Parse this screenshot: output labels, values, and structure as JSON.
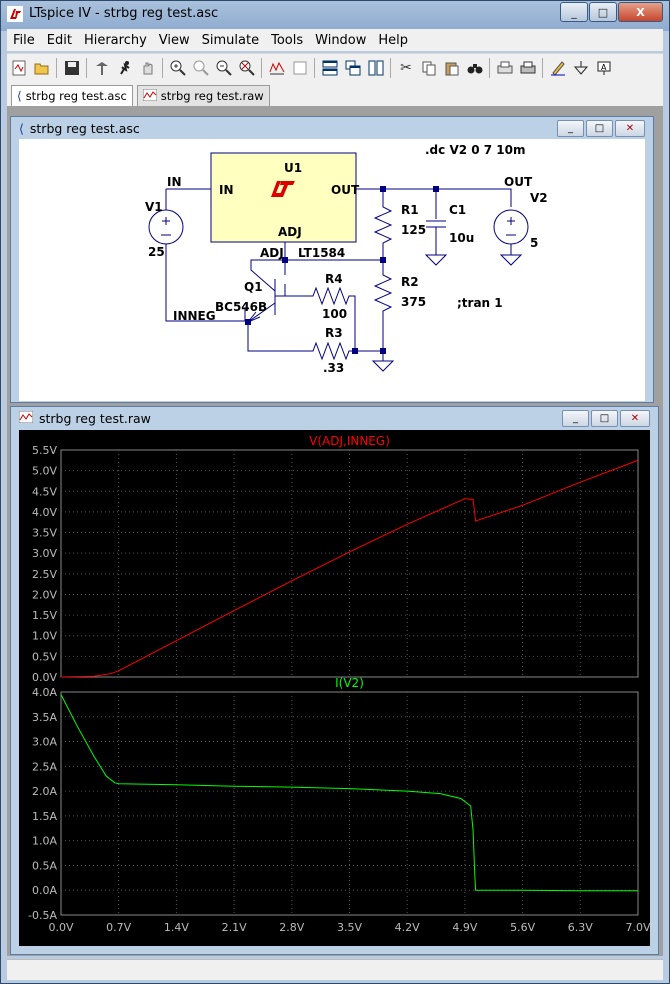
{
  "window": {
    "title": "LTspice IV - strbg reg test.asc",
    "controls": [
      "_",
      "□",
      "X"
    ]
  },
  "menu": [
    "File",
    "Edit",
    "Hierarchy",
    "View",
    "Simulate",
    "Tools",
    "Window",
    "Help"
  ],
  "toolbar": [
    "new-schematic",
    "open",
    "save",
    "control-panel",
    "run",
    "halt",
    "zoom-in",
    "zoom-out",
    "zoom-back",
    "zoom-fit",
    "autorange",
    "place-trace",
    "tile-horizontal",
    "cascade",
    "tile-vertical",
    "cut",
    "copy",
    "paste",
    "find",
    "print-preview",
    "print",
    "draw-wire",
    "ground",
    "label-net"
  ],
  "tabs": [
    {
      "label": "strbg reg test.asc",
      "icon": "schematic-icon"
    },
    {
      "label": "strbg reg test.raw",
      "icon": "waveform-icon"
    }
  ],
  "schematic_window": {
    "title": "strbg reg test.asc",
    "directive_dc": ".dc V2 0 7 10m",
    "directive_tran": ";tran 1",
    "labels": {
      "in_net": "IN",
      "out_net": "OUT",
      "u1": "U1",
      "u1_in": "IN",
      "u1_out": "OUT",
      "u1_adj": "ADJ",
      "u1_part": "LT1584",
      "adj_net": "ADJ",
      "inneg_net": "INNEG",
      "v1": "V1",
      "v1_val": "25",
      "v2": "V2",
      "v2_val": "5",
      "r1": "R1",
      "r1_val": "125",
      "r2": "R2",
      "r2_val": "375",
      "r3": "R3",
      "r3_val": ".33",
      "r4": "R4",
      "r4_val": "100",
      "c1": "C1",
      "c1_val": "10u",
      "q1": "Q1",
      "q1_part": "BC546B"
    }
  },
  "waveform_window": {
    "title": "strbg reg test.raw"
  },
  "chart_data": [
    {
      "type": "line",
      "title": "V(ADJ,INNEG)",
      "color": "#ff0000",
      "xlim": [
        0,
        7
      ],
      "ylim": [
        0,
        5.5
      ],
      "x_ticks": [
        "0.0V",
        "0.7V",
        "1.4V",
        "2.1V",
        "2.8V",
        "3.5V",
        "4.2V",
        "4.9V",
        "5.6V",
        "6.3V",
        "7.0V"
      ],
      "y_ticks": [
        "0.0V",
        "0.5V",
        "1.0V",
        "1.5V",
        "2.0V",
        "2.5V",
        "3.0V",
        "3.5V",
        "4.0V",
        "4.5V",
        "5.0V",
        "5.5V"
      ],
      "x": [
        0,
        0.4,
        0.6,
        0.7,
        1.4,
        2.1,
        2.8,
        3.5,
        4.2,
        4.9,
        5.0,
        5.03,
        5.6,
        6.3,
        7.0
      ],
      "y": [
        0.0,
        0.02,
        0.08,
        0.15,
        0.88,
        1.61,
        2.33,
        3.03,
        3.7,
        4.32,
        4.3,
        3.78,
        4.16,
        4.72,
        5.25
      ]
    },
    {
      "type": "line",
      "title": "I(V2)",
      "color": "#00ff00",
      "xlim": [
        0,
        7
      ],
      "ylim": [
        -0.5,
        4.0
      ],
      "x_ticks": [
        "0.0V",
        "0.7V",
        "1.4V",
        "2.1V",
        "2.8V",
        "3.5V",
        "4.2V",
        "4.9V",
        "5.6V",
        "6.3V",
        "7.0V"
      ],
      "y_ticks": [
        "-0.5A",
        "0.0A",
        "0.5A",
        "1.0A",
        "1.5A",
        "2.0A",
        "2.5A",
        "3.0A",
        "3.5A",
        "4.0A"
      ],
      "x": [
        0,
        0.2,
        0.4,
        0.55,
        0.65,
        0.7,
        1.4,
        2.1,
        2.8,
        3.5,
        4.2,
        4.6,
        4.85,
        4.97,
        5.0,
        5.02,
        5.03,
        5.6,
        6.3,
        7.0
      ],
      "y": [
        3.95,
        3.3,
        2.7,
        2.3,
        2.17,
        2.15,
        2.13,
        2.1,
        2.08,
        2.05,
        2.0,
        1.95,
        1.85,
        1.7,
        1.2,
        0.3,
        0.0,
        0.0,
        -0.01,
        -0.01
      ]
    }
  ]
}
